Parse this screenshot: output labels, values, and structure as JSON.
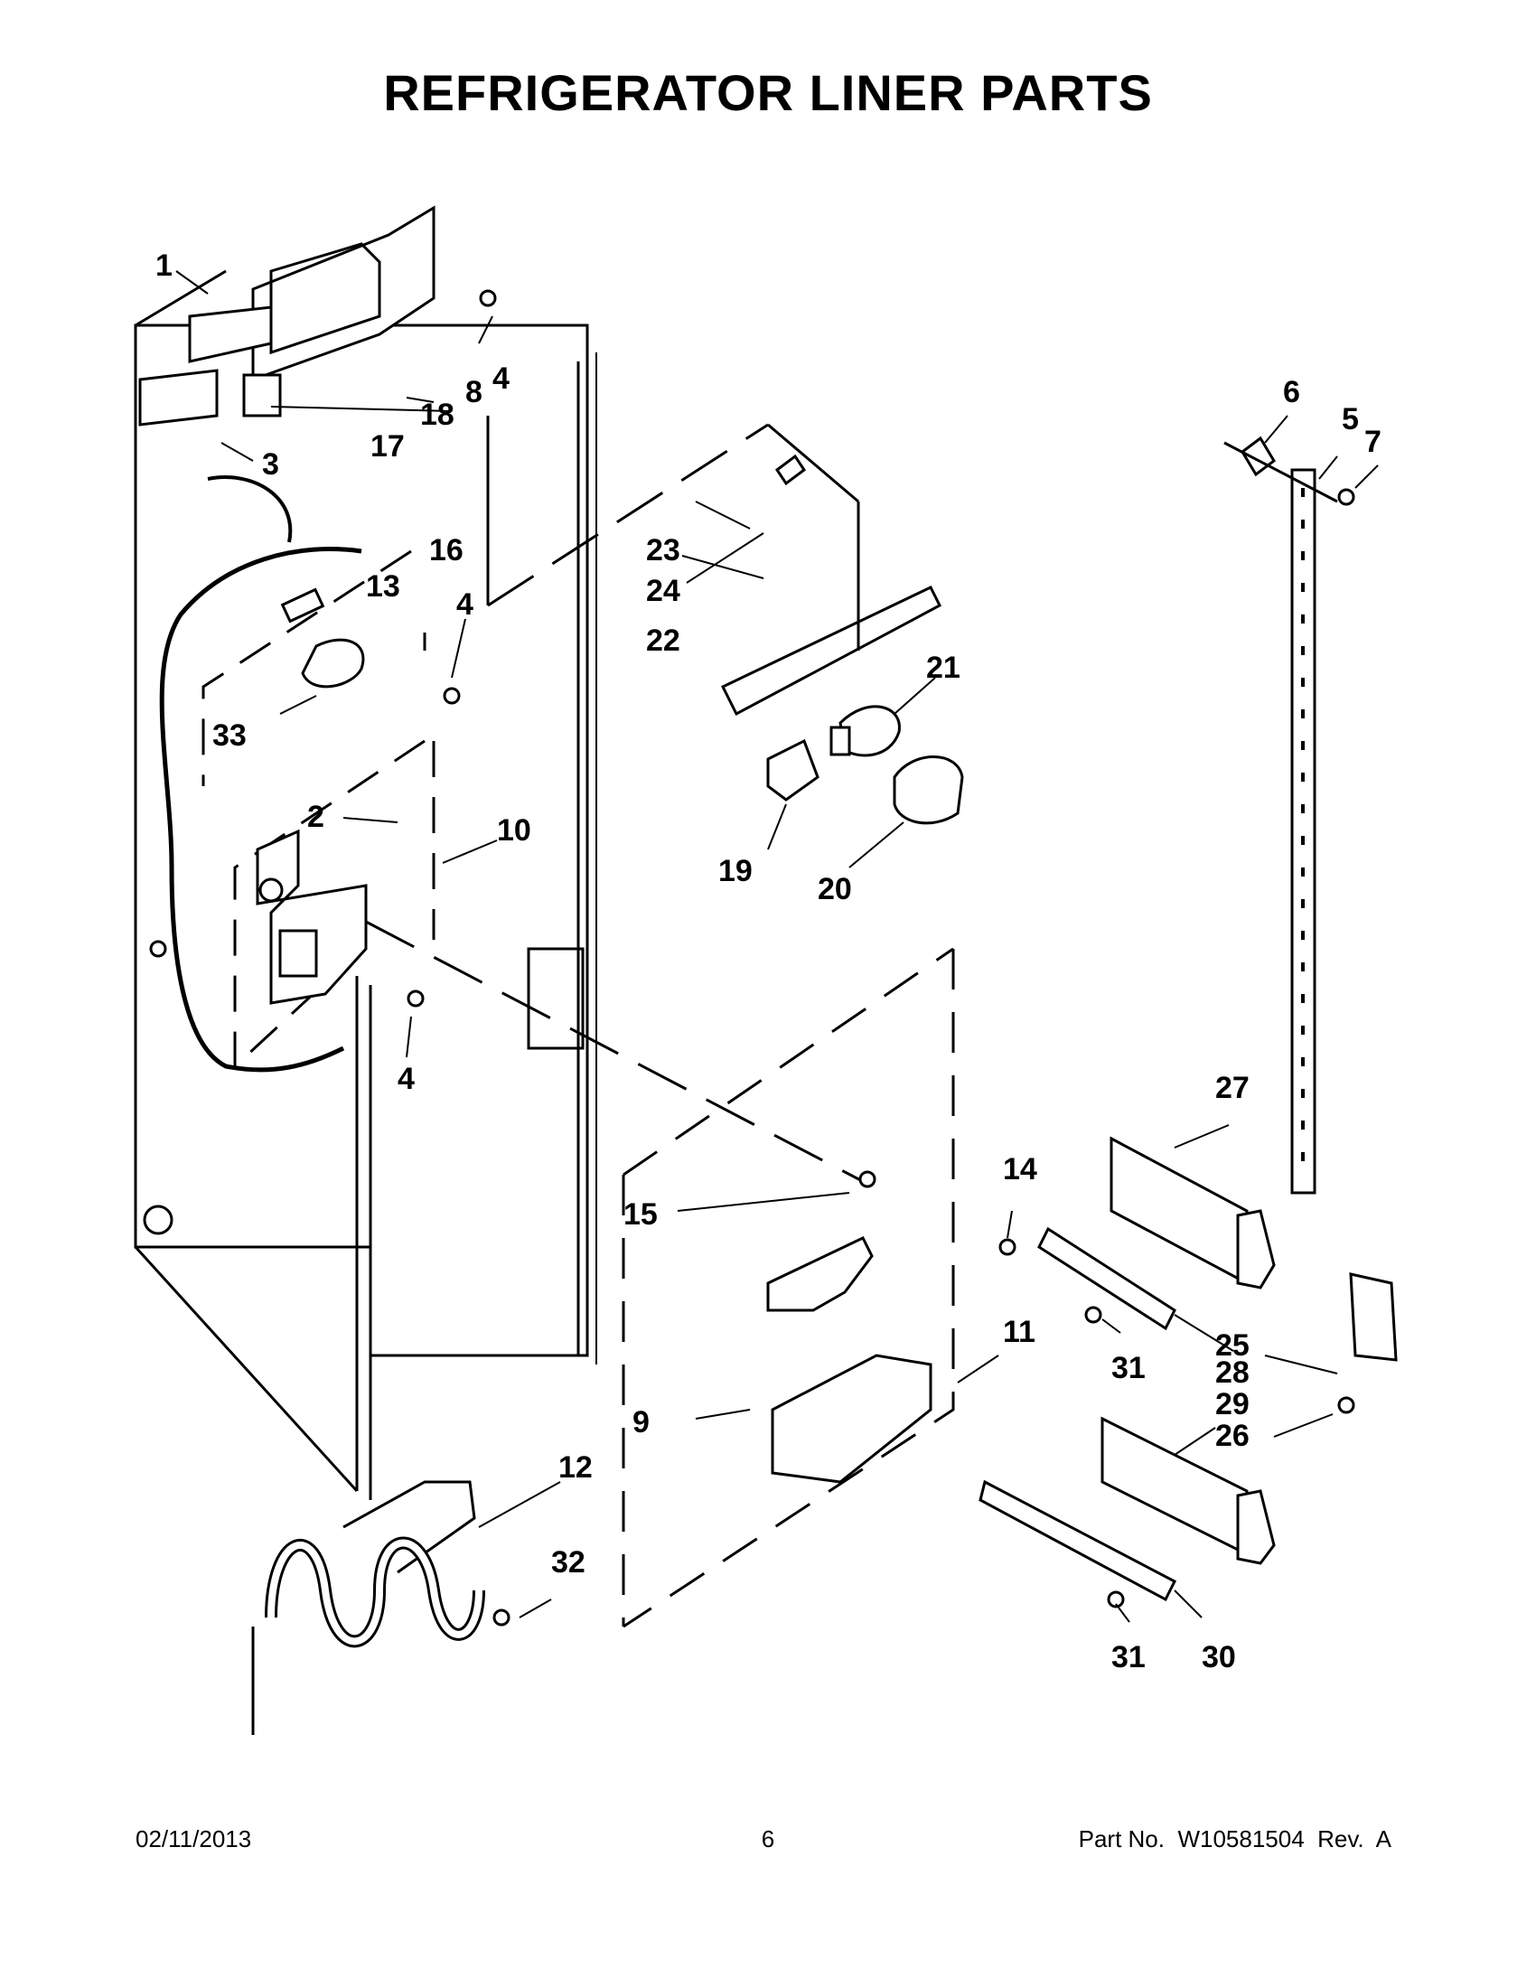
{
  "title": "REFRIGERATOR LINER PARTS",
  "footer": {
    "date": "02/11/2013",
    "page": "6",
    "part": "Part No.  W10581504  Rev.  A"
  },
  "callouts": [
    "1",
    "2",
    "3",
    "4",
    "4",
    "4",
    "5",
    "6",
    "7",
    "8",
    "9",
    "10",
    "11",
    "12",
    "13",
    "14",
    "15",
    "16",
    "17",
    "18",
    "19",
    "20",
    "21",
    "22",
    "23",
    "24",
    "25",
    "26",
    "27",
    "28",
    "29",
    "30",
    "31",
    "31",
    "32",
    "33"
  ]
}
